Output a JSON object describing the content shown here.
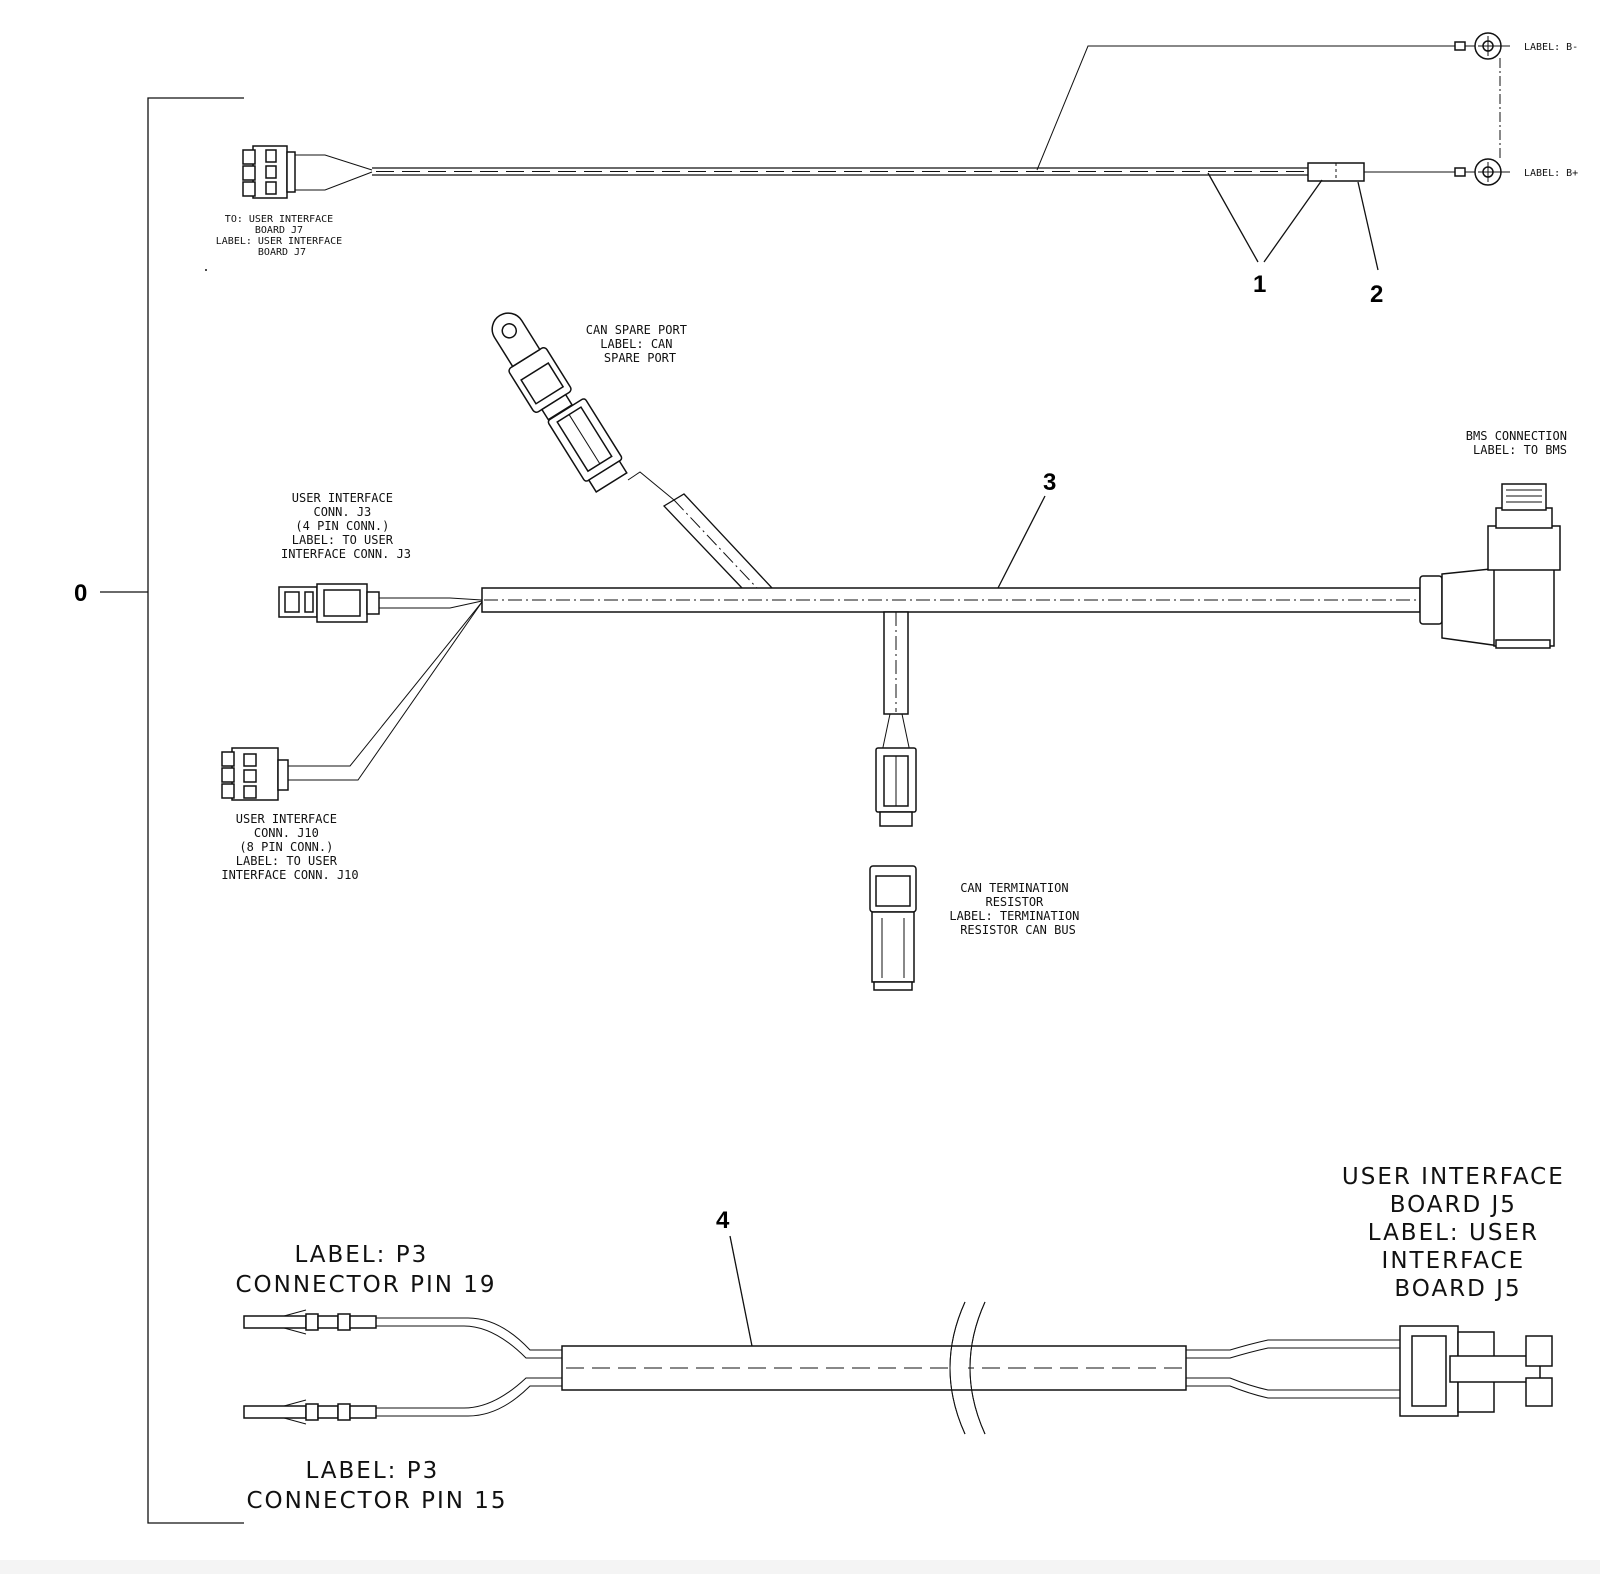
{
  "callouts": {
    "assembly": "0",
    "item1": "1",
    "item2": "2",
    "item3": "3",
    "item4": "4"
  },
  "harness_top": {
    "ring_bminus": "LABEL: B-",
    "ring_bplus": "LABEL: B+",
    "to_uib_j7": [
      "TO: USER INTERFACE",
      "BOARD J7",
      "LABEL: USER INTERFACE",
      "BOARD J7"
    ]
  },
  "harness_can": {
    "can_spare_port": [
      "CAN SPARE PORT",
      "LABEL: CAN",
      "SPARE PORT"
    ],
    "bms_connection": [
      "BMS CONNECTION",
      "LABEL: TO BMS"
    ],
    "ui_conn_j3": [
      "USER INTERFACE",
      "CONN. J3",
      "(4 PIN CONN.)",
      "LABEL: TO USER",
      "INTERFACE CONN. J3"
    ],
    "ui_conn_j10": [
      "USER INTERFACE",
      "CONN. J10",
      "(8 PIN CONN.)",
      "LABEL: TO USER",
      "INTERFACE CONN. J10"
    ],
    "can_termination": [
      "CAN TERMINATION",
      "RESISTOR",
      "LABEL: TERMINATION",
      "RESISTOR CAN BUS"
    ]
  },
  "harness_bottom": {
    "pin19": [
      "LABEL: P3",
      "CONNECTOR PIN 19"
    ],
    "pin15": [
      "LABEL: P3",
      "CONNECTOR PIN 15"
    ],
    "uib_j5": [
      "USER INTERFACE",
      "BOARD J5",
      "LABEL: USER",
      "INTERFACE",
      "BOARD J5"
    ]
  }
}
